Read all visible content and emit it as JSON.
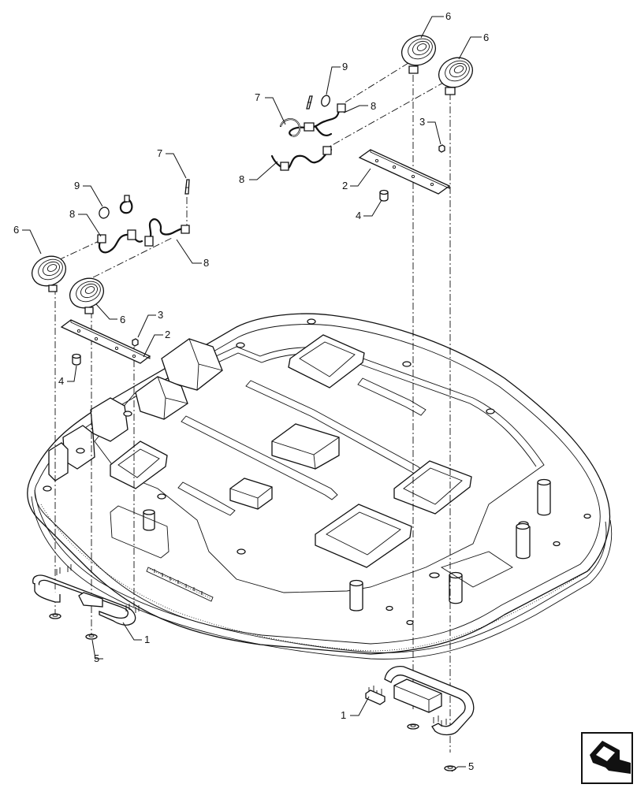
{
  "diagram": {
    "callouts": {
      "c1a": "1",
      "c1b": "1",
      "c2a": "2",
      "c2b": "2",
      "c3a": "3",
      "c3b": "3",
      "c4a": "4",
      "c4b": "4",
      "c5a": "5",
      "c5b": "5",
      "c6a": "6",
      "c6b": "6",
      "c6c": "6",
      "c6d": "6",
      "c7a": "7",
      "c7b": "7",
      "c8a": "8",
      "c8b": "8",
      "c8c": "8",
      "c8d": "8",
      "c9a": "9",
      "c9b": "9"
    },
    "icons": {
      "nav": "next-view-arrow-icon"
    }
  }
}
